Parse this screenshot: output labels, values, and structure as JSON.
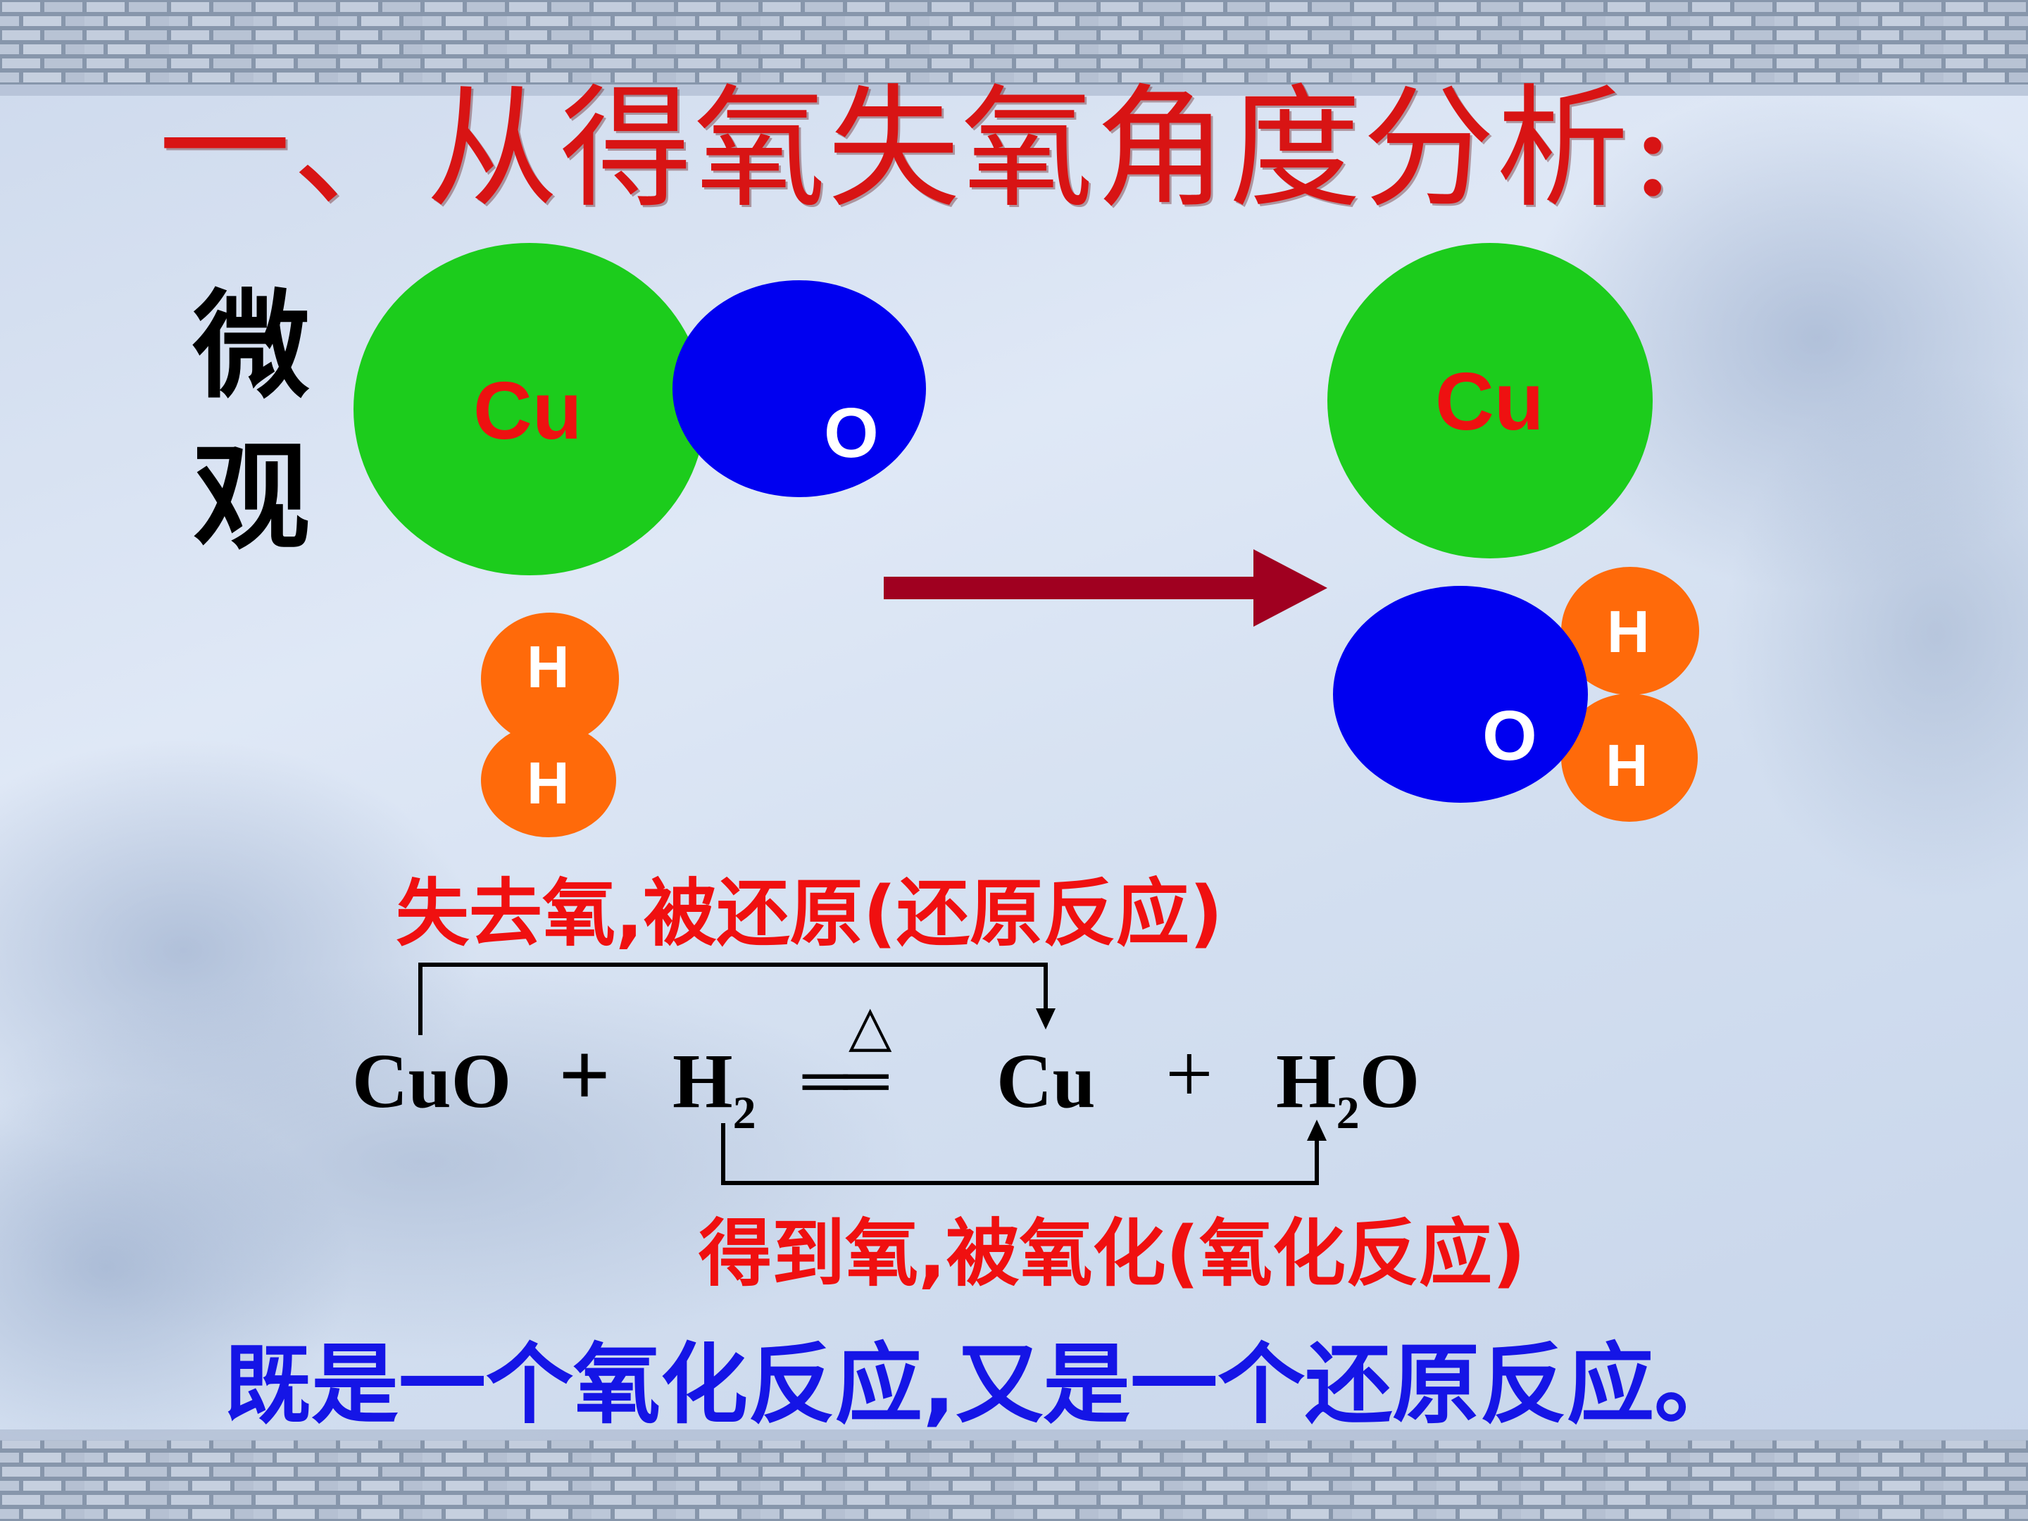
{
  "title": "一、从得氧失氧角度分析:",
  "side_label": [
    "微",
    "观"
  ],
  "colors": {
    "copper_atom": "#1ccc1c",
    "oxygen_atom": "#0000f0",
    "hydrogen_atom": "#ff6a0a",
    "copper_label": "#ee1111",
    "atom_label_white": "#ffffff",
    "arrow": "#a00020",
    "note_red": "#f01010",
    "conclusion_blue": "#1515e6"
  },
  "reactants": {
    "cu_label": "Cu",
    "o_label": "O",
    "h_top_label": "H",
    "h_bottom_label": "H"
  },
  "products": {
    "cu_label": "Cu",
    "o_label": "O",
    "h_top_label": "H",
    "h_bottom_label": "H"
  },
  "reduction_note": "失去氧,被还原(还原反应)",
  "oxidation_note": "得到氧,被氧化(氧化反应)",
  "equation": {
    "cuo": "CuO",
    "plus1": "+",
    "h2_main": "H",
    "h2_sub": "2",
    "heat_symbol": "△",
    "yields": "══",
    "cu": "Cu",
    "plus2": "+",
    "h2o_h": "H",
    "h2o_sub": "2",
    "h2o_o": "O"
  },
  "conclusion": "既是一个氧化反应,又是一个还原反应。"
}
